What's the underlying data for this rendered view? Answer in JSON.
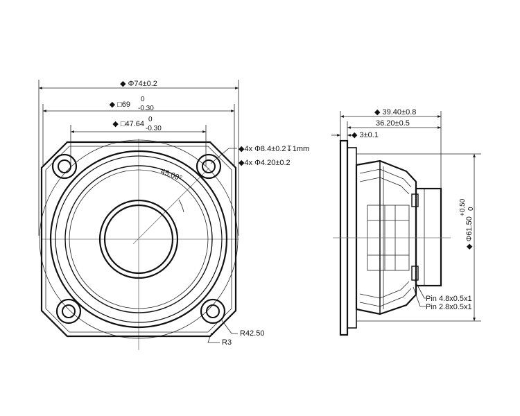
{
  "front_view": {
    "dim_outer": "◆ Φ74±0.2",
    "dim_square_main": "◆ □69",
    "dim_square_tol_upper": "0",
    "dim_square_tol_lower": "-0.30",
    "dim_bolt_main": "◆ □47.64",
    "dim_bolt_tol_upper": "0",
    "dim_bolt_tol_lower": "-0.30",
    "hole_counterbore": "◆4x Φ8.4±0.2↧1mm",
    "hole_through": "◆4x Φ4.20±0.2",
    "angle": "45.00°",
    "radius_outer": "R42.50",
    "radius_corner": "R3"
  },
  "side_view": {
    "dim_total_depth": "◆ 39.40±0.8",
    "dim_body_depth": "36.20±0.5",
    "dim_flange": "◆ 3±0.1",
    "dim_diameter_main": "◆ Φ61.50",
    "dim_diameter_tol_upper": "+0.50",
    "dim_diameter_tol_lower": "0",
    "pin_large": "Pin 4.8x0.5x1",
    "pin_small": "Pin 2.8x0.5x1"
  }
}
